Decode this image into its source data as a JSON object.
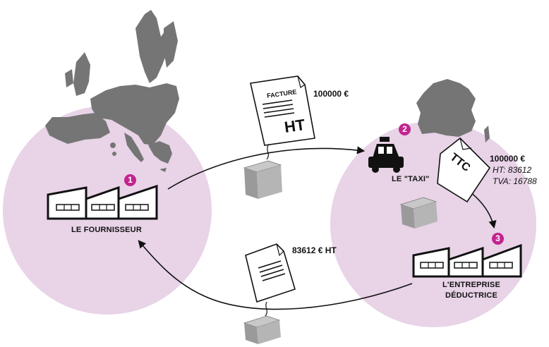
{
  "colors": {
    "circle_fill": "#e8d3e7",
    "map_gray": "#757575",
    "badge_magenta": "#c2248e",
    "package_gray": "#a6a6a6"
  },
  "top_invoice": {
    "header": "FACTURE",
    "code": "HT",
    "amount": "100000 €"
  },
  "ttc_invoice": {
    "code": "TTC",
    "amount": "100000 €",
    "ht_line": "HT: 83612",
    "tva_line": "TVA: 16788"
  },
  "bottom_invoice": {
    "amount": "83612 € HT"
  },
  "actors": [
    {
      "badge": "1",
      "label": "LE FOURNISSEUR"
    },
    {
      "badge": "2",
      "label": "LE \"TAXI\""
    },
    {
      "badge": "3",
      "label_line1": "L'ENTREPRISE",
      "label_line2": "DÉDUCTRICE"
    }
  ],
  "icons": {
    "europe_map": "europe-map-icon",
    "france_map": "france-map-icon",
    "taxi": "taxi-icon",
    "factory": "factory-icon",
    "package": "package-icon",
    "invoice": "invoice-icon"
  }
}
